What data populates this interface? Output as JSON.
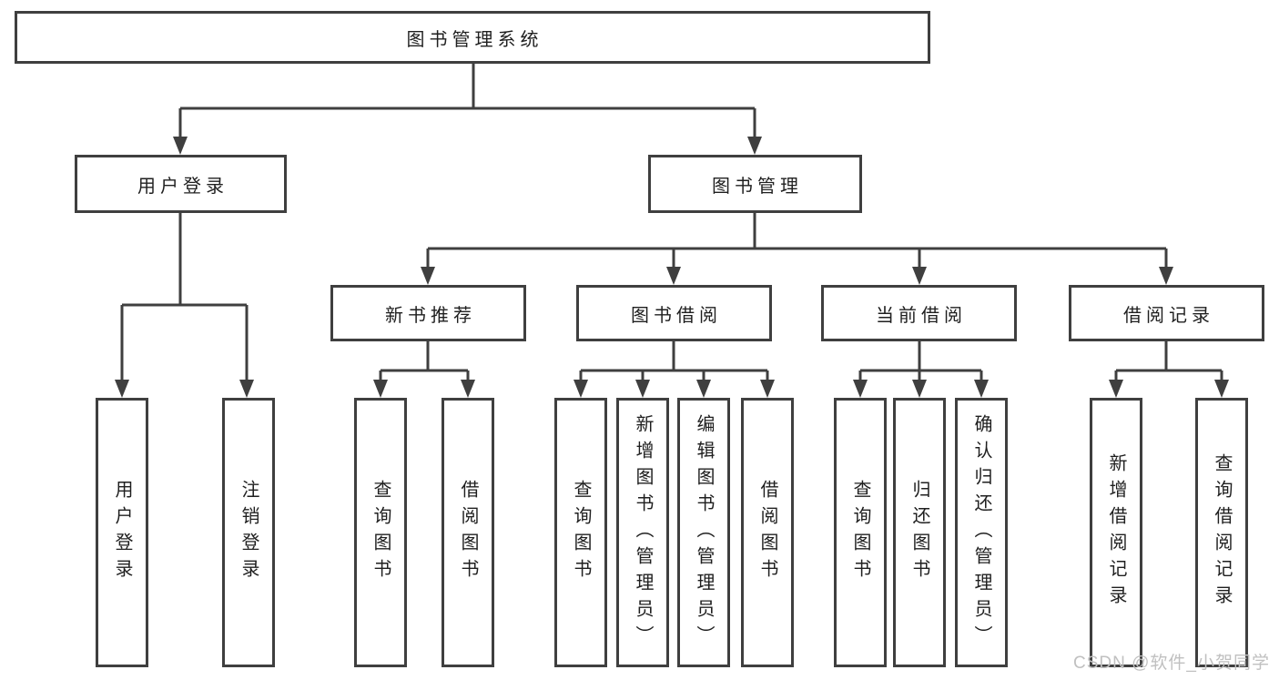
{
  "colors": {
    "line": "#3f3f3f",
    "text": "#1f1f1f",
    "background": "#ffffff",
    "watermark": "#c0c0c0"
  },
  "watermark": "CSDN @软件_小贺同学",
  "tree": {
    "label": "图书管理系统",
    "children": [
      {
        "label": "用户登录",
        "children": [
          {
            "label": "用户登录"
          },
          {
            "label": "注销登录"
          }
        ]
      },
      {
        "label": "图书管理",
        "children": [
          {
            "label": "新书推荐",
            "children": [
              {
                "label": "查询图书"
              },
              {
                "label": "借阅图书"
              }
            ]
          },
          {
            "label": "图书借阅",
            "children": [
              {
                "label": "查询图书"
              },
              {
                "label": "新增图书（管理员）"
              },
              {
                "label": "编辑图书（管理员）"
              },
              {
                "label": "借阅图书"
              }
            ]
          },
          {
            "label": "当前借阅",
            "children": [
              {
                "label": "查询图书"
              },
              {
                "label": "归还图书"
              },
              {
                "label": "确认归还（管理员）"
              }
            ]
          },
          {
            "label": "借阅记录",
            "children": [
              {
                "label": "新增借阅记录"
              },
              {
                "label": "查询借阅记录"
              }
            ]
          }
        ]
      }
    ]
  }
}
